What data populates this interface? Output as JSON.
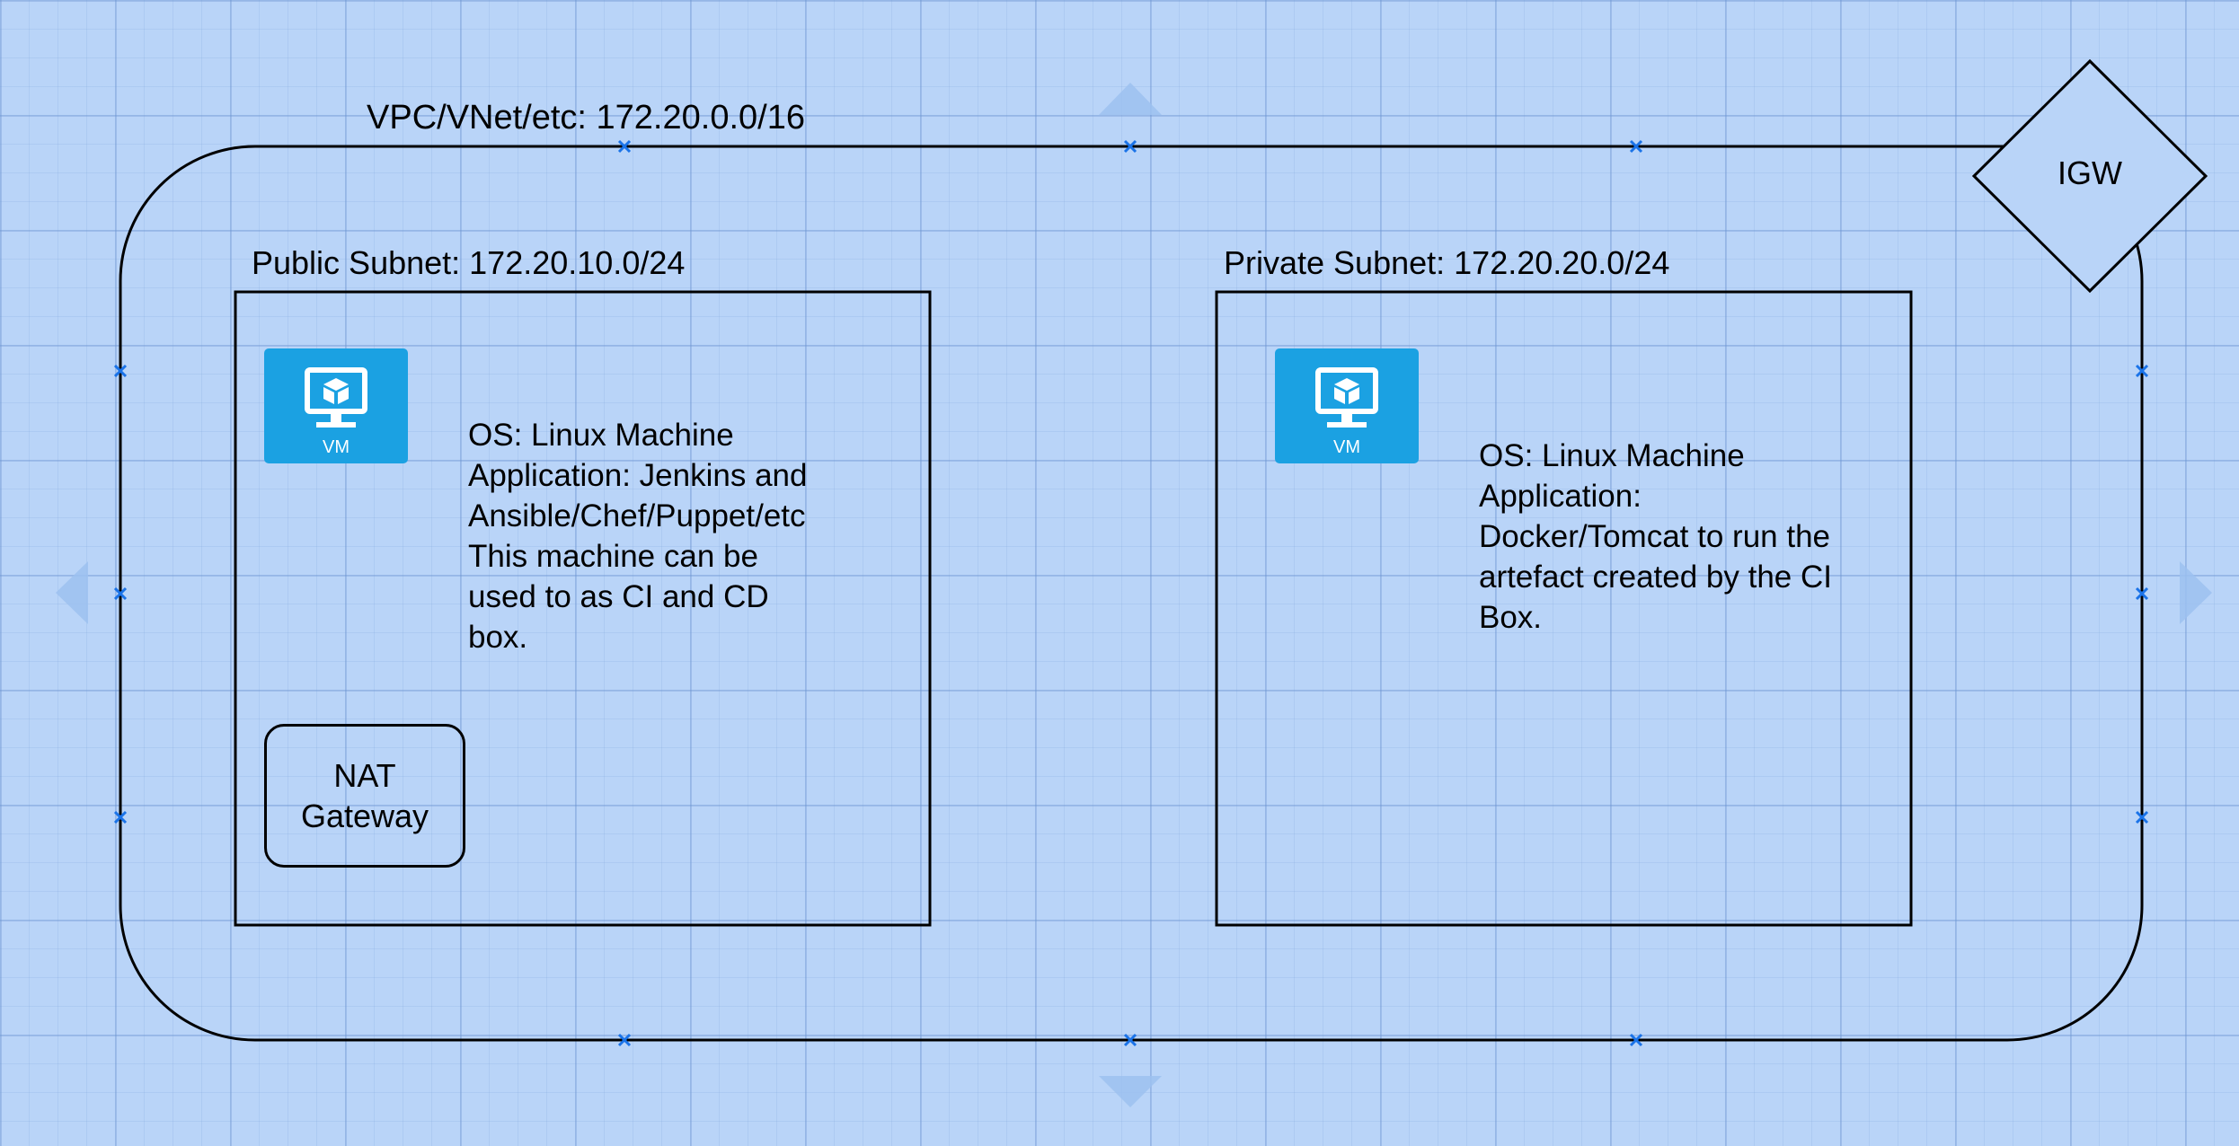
{
  "diagram": {
    "vpc": {
      "label": "VPC/VNet/etc: 172.20.0.0/16"
    },
    "igw": {
      "label": "IGW"
    },
    "public_subnet": {
      "label": "Public Subnet: 172.20.10.0/24",
      "vm_icon_text": "VM",
      "description": "OS: Linux Machine\nApplication: Jenkins and\nAnsible/Chef/Puppet/etc\nThis machine can be\nused to as CI and CD\nbox.",
      "nat_gateway": "NAT\nGateway"
    },
    "private_subnet": {
      "label": "Private Subnet: 172.20.20.0/24",
      "vm_icon_text": "VM",
      "description": "OS: Linux Machine\nApplication:\nDocker/Tomcat to run the\nartefact created by the CI\nBox."
    }
  },
  "colors": {
    "canvas_background": "#b9d4f8",
    "vm_icon": "#1ba1e2",
    "connection_marker": "#1a73e8",
    "hover_arrow": "#9cc1f0"
  },
  "icons": [
    "vm-icon",
    "arrow-up-icon",
    "arrow-down-icon",
    "arrow-left-icon",
    "arrow-right-icon",
    "connection-point-icon"
  ]
}
